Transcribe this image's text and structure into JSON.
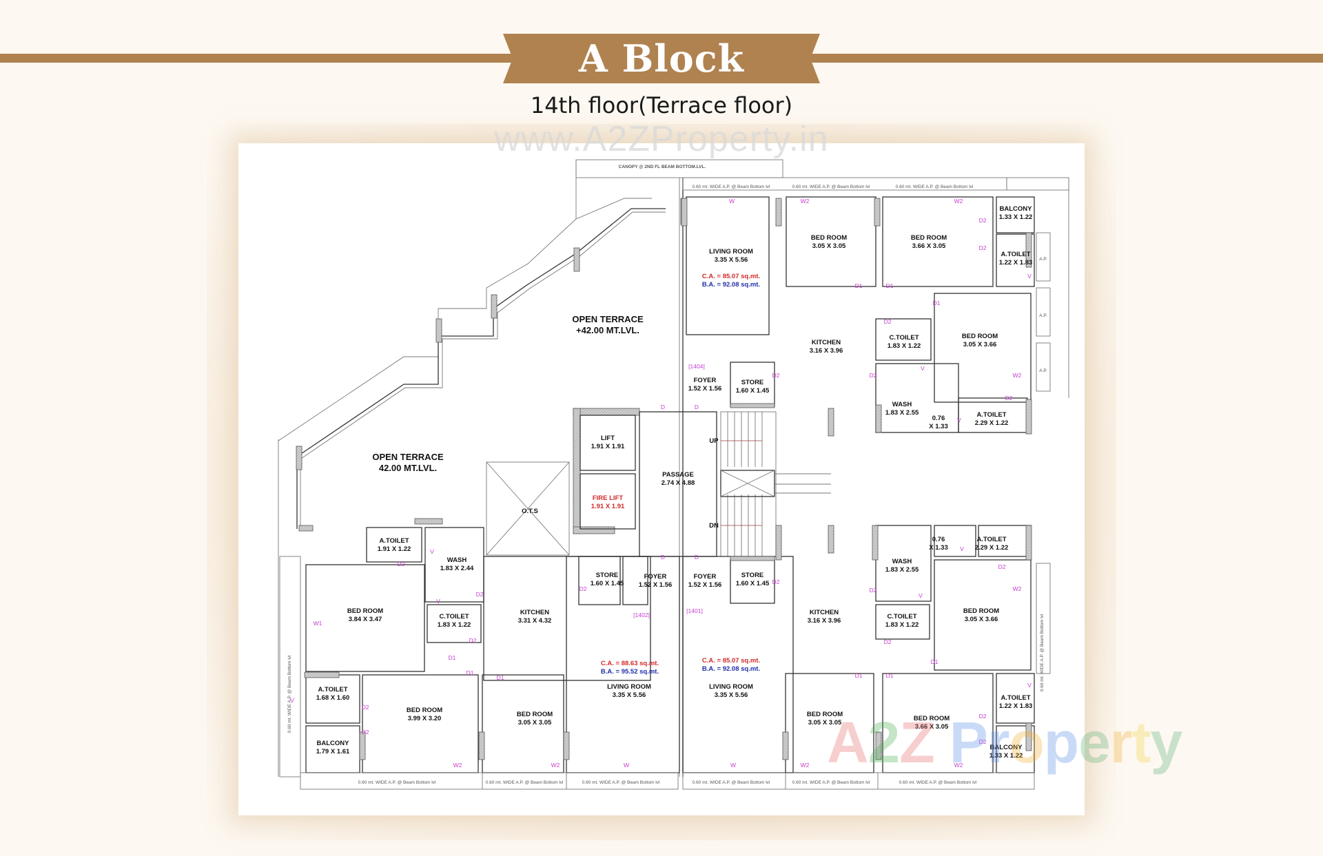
{
  "header": {
    "block_title": "A Block",
    "floor_title": "14th floor(Terrace floor)",
    "accent_color": "#b0824f",
    "background_color": "#fdf8f1"
  },
  "watermarks": {
    "website": "www.A2ZProperty.in",
    "logo_letters": [
      "A",
      "2",
      "Z",
      " ",
      "P",
      "r",
      "o",
      "p",
      "e",
      "r",
      "t",
      "y"
    ],
    "logo_colors": [
      "#e86a6a",
      "#4caf50",
      "#e86a6a",
      "#ffffff",
      "#5b8fe8",
      "#5b8fe8",
      "#f2b134",
      "#5b8fe8",
      "#5fb37a",
      "#f2b134",
      "#f2d34a",
      "#5fb37a"
    ]
  },
  "plan": {
    "canopy_note": "CANOPY @ 2ND FL BEAM  BOTTOM.LVL.",
    "ap_note": "0.60 mt. WIDE A.P. @ Beam Bottom lvl",
    "ap_short": "A.P.",
    "common": {
      "open_terrace_upper": {
        "label": "OPEN TERRACE",
        "level": "+42.00 MT.LVL."
      },
      "open_terrace_left": {
        "label": "OPEN TERRACE",
        "level": "42.00 MT.LVL."
      },
      "lift": {
        "label": "LIFT",
        "dim": "1.91 X 1.91"
      },
      "fire_lift": {
        "label": "FIRE LIFT",
        "dim": "1.91 X 1.91"
      },
      "passage": {
        "label": "PASSAGE",
        "dim": "2.74 X 4.88"
      },
      "stair_up": "UP",
      "stair_down": "DN",
      "ots": "O.T.S"
    },
    "flats": {
      "f1404": {
        "number": "[1404]",
        "carpet_area": "C.A. = 85.07 sq.mt.",
        "builtup_area": "B.A. = 92.08 sq.mt.",
        "living": {
          "label": "LIVING ROOM",
          "dim": "3.35 X 5.56"
        },
        "bed1": {
          "label": "BED ROOM",
          "dim": "3.05 X 3.05"
        },
        "bed2": {
          "label": "BED ROOM",
          "dim": "3.66 X 3.05"
        },
        "balcony": {
          "label": "BALCONY",
          "dim": "1.33 X 1.22"
        },
        "atoilet1": {
          "label": "A.TOILET",
          "dim": "1.22 X 1.83"
        },
        "kitchen": {
          "label": "KITCHEN",
          "dim": "3.16 X 3.96"
        },
        "ctoilet": {
          "label": "C.TOILET",
          "dim": "1.83 X 1.22"
        },
        "bed3": {
          "label": "BED ROOM",
          "dim": "3.05 X 3.66"
        },
        "foyer": {
          "label": "FOYER",
          "dim": "1.52 X 1.56"
        },
        "store": {
          "label": "STORE",
          "dim": "1.60 X 1.45"
        },
        "wash": {
          "label": "WASH",
          "dim": "1.83 X 2.55"
        },
        "duct": {
          "l1": "0.76",
          "l2": "X 1.33"
        },
        "atoilet2": {
          "label": "A.TOILET",
          "dim": "2.29 X 1.22"
        }
      },
      "f1402": {
        "number": "[1402]",
        "carpet_area": "C.A. = 88.63 sq.mt.",
        "builtup_area": "B.A. = 95.52 sq.mt.",
        "atoilet1": {
          "label": "A.TOILET",
          "dim": "1.91 X 1.22"
        },
        "wash": {
          "label": "WASH",
          "dim": "1.83 X 2.44"
        },
        "bed1": {
          "label": "BED ROOM",
          "dim": "3.84 X 3.47"
        },
        "ctoilet": {
          "label": "C.TOILET",
          "dim": "1.83 X 1.22"
        },
        "kitchen": {
          "label": "KITCHEN",
          "dim": "3.31 X 4.32"
        },
        "store": {
          "label": "STORE",
          "dim": "1.60 X 1.45"
        },
        "foyer": {
          "label": "FOYER",
          "dim": "1.52 X 1.56"
        },
        "atoilet2": {
          "label": "A.TOILET",
          "dim": "1.68 X 1.60"
        },
        "bed2": {
          "label": "BED ROOM",
          "dim": "3.99 X 3.20"
        },
        "balcony": {
          "label": "BALCONY",
          "dim": "1.79 X 1.61"
        },
        "bed3": {
          "label": "BED ROOM",
          "dim": "3.05 X 3.05"
        },
        "living": {
          "label": "LIVING ROOM",
          "dim": "3.35 X 5.56"
        }
      },
      "f1401": {
        "number": "[1401]",
        "carpet_area": "C.A. = 85.07 sq.mt.",
        "builtup_area": "B.A. = 92.08 sq.mt.",
        "foyer": {
          "label": "FOYER",
          "dim": "1.52 X 1.56"
        },
        "store": {
          "label": "STORE",
          "dim": "1.60 X 1.45"
        },
        "duct": {
          "l1": "0.76",
          "l2": "X 1.33"
        },
        "atoilet1": {
          "label": "A.TOILET",
          "dim": "2.29 X 1.22"
        },
        "wash": {
          "label": "WASH",
          "dim": "1.83 X 2.55"
        },
        "kitchen": {
          "label": "KITCHEN",
          "dim": "3.16 X 3.96"
        },
        "ctoilet": {
          "label": "C.TOILET",
          "dim": "1.83 X 1.22"
        },
        "bed1": {
          "label": "BED ROOM",
          "dim": "3.05 X 3.66"
        },
        "living": {
          "label": "LIVING ROOM",
          "dim": "3.35 X 5.56"
        },
        "bed2": {
          "label": "BED ROOM",
          "dim": "3.05 X 3.05"
        },
        "bed3": {
          "label": "BED ROOM",
          "dim": "3.66 X 3.05"
        },
        "atoilet2": {
          "label": "A.TOILET",
          "dim": "1.22 X 1.83"
        },
        "balcony": {
          "label": "BALCONY",
          "dim": "1.33 X 1.22"
        }
      }
    },
    "marks": {
      "d": "D",
      "d1": "D1",
      "d2": "D2",
      "w": "W",
      "w1": "W1",
      "w2": "W2",
      "v": "V"
    }
  }
}
